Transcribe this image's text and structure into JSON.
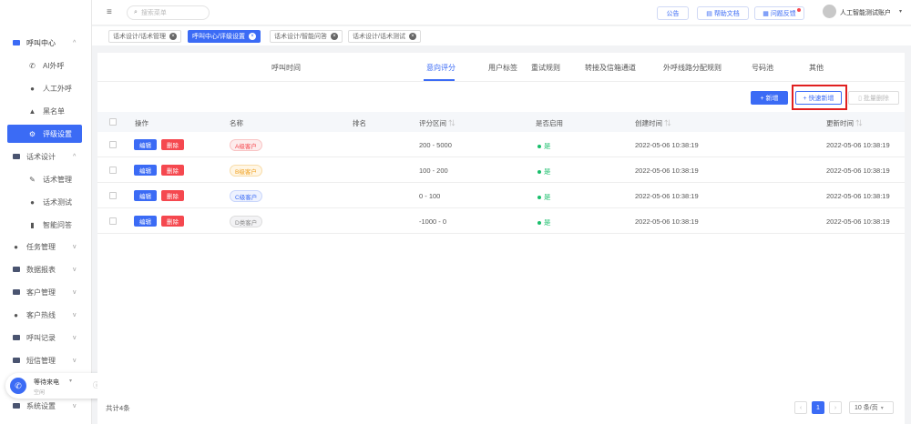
{
  "sidebar": {
    "groups": [
      {
        "label": "呼叫中心",
        "arrow": "^"
      },
      {
        "label": "话术设计",
        "arrow": "^"
      }
    ],
    "items": [
      {
        "label": "AI外呼"
      },
      {
        "label": "人工外呼"
      },
      {
        "label": "黑名单"
      },
      {
        "label": "评级设置"
      },
      {
        "label": "话术管理"
      },
      {
        "label": "话术测试"
      },
      {
        "label": "智能问答"
      }
    ],
    "bottom": [
      {
        "label": "任务管理",
        "arrow": "v"
      },
      {
        "label": "数据报表",
        "arrow": "v"
      },
      {
        "label": "客户管理",
        "arrow": "v"
      },
      {
        "label": "客户热线",
        "arrow": "v"
      },
      {
        "label": "呼叫记录",
        "arrow": "v"
      },
      {
        "label": "短信管理",
        "arrow": "v"
      },
      {
        "label": "系统设置",
        "arrow": "v"
      }
    ]
  },
  "dial": {
    "title": "等待来电",
    "status": "空闲"
  },
  "header": {
    "search_placeholder": "搜索菜单",
    "btn1": "公告",
    "btn2": "帮助文档",
    "btn3": "问题反馈",
    "user": "人工智能测试账户"
  },
  "tags": [
    {
      "label": "话术设计/话术管理"
    },
    {
      "label": "呼叫中心/评级设置"
    },
    {
      "label": "话术设计/智能问答"
    },
    {
      "label": "话术设计/话术测试"
    }
  ],
  "tabs": [
    "呼叫时间",
    "意向评分",
    "用户标签",
    "重试规则",
    "转接及信箱通道",
    "外呼线路分配规则",
    "号码池",
    "其他"
  ],
  "toolbar": {
    "add": "+ 新增",
    "quick_add": "+ 快速新增",
    "batch_delete": "批量删除"
  },
  "table": {
    "headers": [
      "操作",
      "名称",
      "排名",
      "评分区间",
      "是否启用",
      "创建时间",
      "更新时间"
    ],
    "edit": "编辑",
    "delete": "删除",
    "rows": [
      {
        "name": "A级客户",
        "range": "200 - 5000",
        "enabled": "是",
        "created": "2022-05-06 10:38:19",
        "updated": "2022-05-06 10:38:19"
      },
      {
        "name": "B级客户",
        "range": "100 - 200",
        "enabled": "是",
        "created": "2022-05-06 10:38:19",
        "updated": "2022-05-06 10:38:19"
      },
      {
        "name": "C级客户",
        "range": "0 - 100",
        "enabled": "是",
        "created": "2022-05-06 10:38:19",
        "updated": "2022-05-06 10:38:19"
      },
      {
        "name": "D类客户",
        "range": "-1000 - 0",
        "enabled": "是",
        "created": "2022-05-06 10:38:19",
        "updated": "2022-05-06 10:38:19"
      }
    ]
  },
  "footer": {
    "total": "共计4条",
    "page": "1",
    "page_size": "10 条/页"
  },
  "colors": {
    "accent": "#3b6bf5",
    "edit": "#3b6bf5",
    "delete": "#f5484f",
    "enabled": "#19be6b",
    "highlight": "#e02020"
  }
}
